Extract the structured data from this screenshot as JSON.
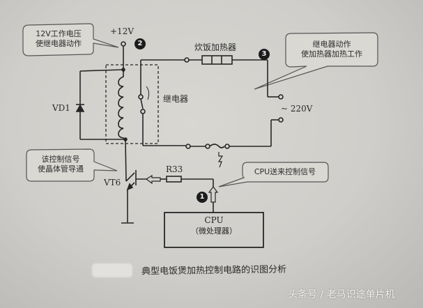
{
  "diagram": {
    "title": "典型电饭煲加热控制电路的识图分析",
    "supply_label": "+12V",
    "heater_label": "炊饭加热器",
    "relay_label": "继电器",
    "diode_label": "VD1",
    "transistor_label": "VT6",
    "resistor_label": "R33",
    "mains_label": "~ 220V",
    "cpu_line1": "CPU",
    "cpu_line2": "（微处理器）",
    "callouts": [
      {
        "id": "c1",
        "line1": "12V工作电压",
        "line2": "使继电器动作"
      },
      {
        "id": "c2",
        "line1": "继电器动作",
        "line2": "使加热器加热工作"
      },
      {
        "id": "c3",
        "line1": "该控制信号",
        "line2": "使晶体管导通"
      },
      {
        "id": "c4",
        "line1": "CPU送来控制信号",
        "line2": ""
      }
    ],
    "badges": [
      "1",
      "2",
      "3"
    ],
    "colors": {
      "paper": "#d3d2cd",
      "ink": "#262626",
      "badge": "#1c1c1c"
    }
  },
  "watermark": "头条号 / 老马识途单片机"
}
